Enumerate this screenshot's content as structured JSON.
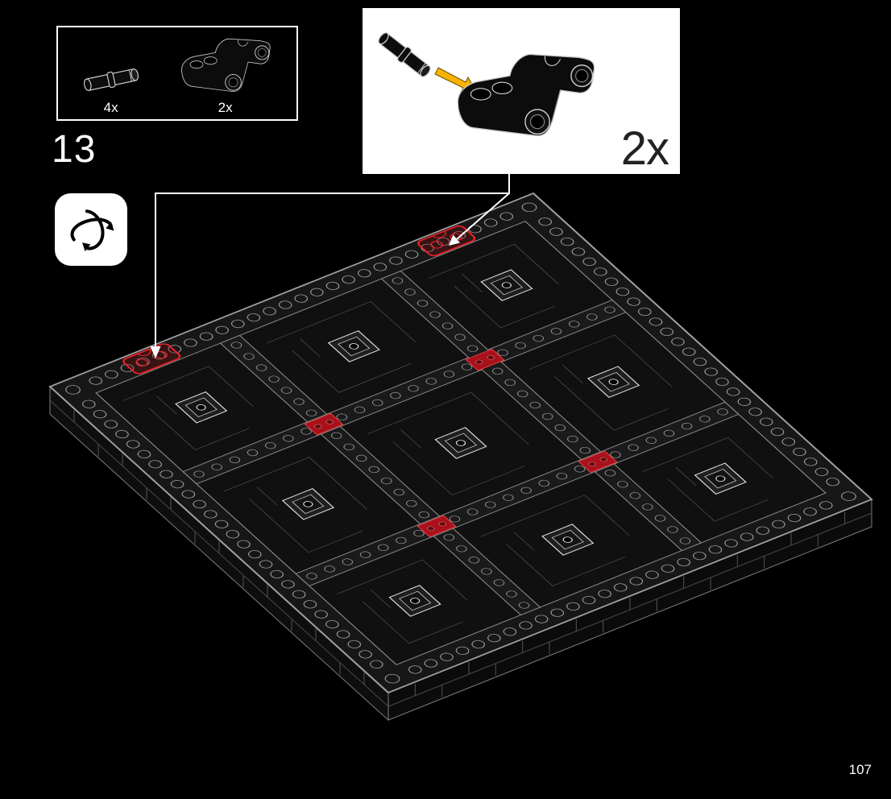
{
  "page": {
    "step_number": "13",
    "page_number": "107",
    "background": "#000000"
  },
  "parts_box": {
    "items": [
      {
        "icon": "technic-pin-icon",
        "count_label": "4x"
      },
      {
        "icon": "technic-pin-connector-icon",
        "count_label": "2x"
      }
    ]
  },
  "callout": {
    "count_label": "2x",
    "icons": [
      "technic-pin-icon",
      "insert-arrow-icon",
      "technic-pin-connector-icon"
    ],
    "arrow_color": "#f8b300"
  },
  "rotate_hint": {
    "icon": "rotate-model-icon"
  },
  "diagram": {
    "subject": "isometric-lego-baseplate",
    "outline_color": "#9f9f9f",
    "red_piece_color": "#a8111b",
    "highlight_color": "#e8232a",
    "red_piece_count": 4,
    "placement_target_count": 2
  }
}
